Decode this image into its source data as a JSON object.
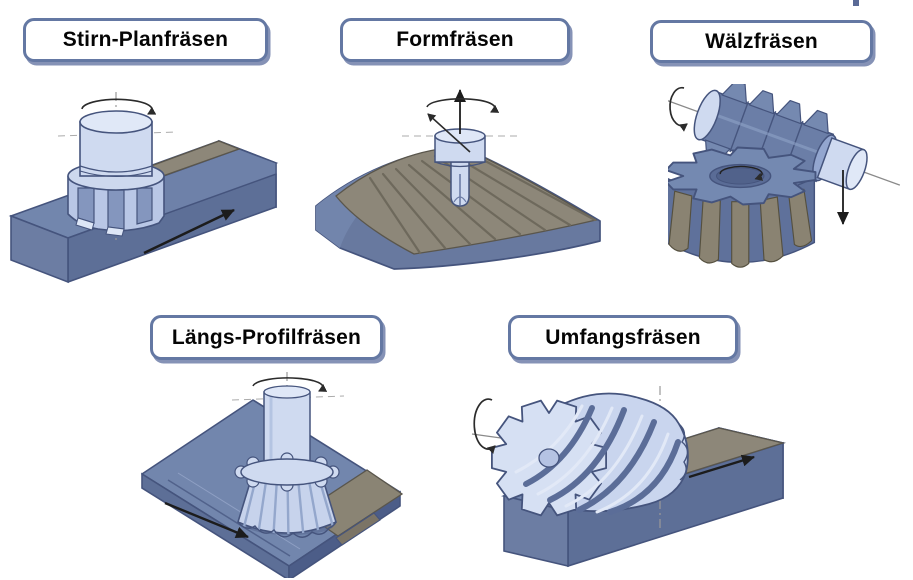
{
  "figures": [
    {
      "id": "stirn-planfraesen",
      "label": "Stirn-Planfräsen"
    },
    {
      "id": "formfraesen",
      "label": "Formfräsen"
    },
    {
      "id": "waelzfraesen",
      "label": "Wälzfräsen"
    },
    {
      "id": "laengs-profilfraesen",
      "label": "Längs-Profilfräsen"
    },
    {
      "id": "umfangsfraesen",
      "label": "Umfangsfräsen"
    }
  ],
  "icons": [
    "rotation-arrow-icon",
    "feed-arrow-icon",
    "axis-line-icon",
    "down-arrow-icon",
    "rotation-c-arrow-icon"
  ],
  "colors": {
    "label_border": "#6478a3",
    "label_shadow": "#8592b6",
    "label_text": "#050505",
    "workpiece_top": "#7286ad",
    "workpiece_front": "#5d6f97",
    "workpiece_side": "#4c5d88",
    "workpiece_end": "#6c7da3",
    "raw_machined_surface": "#8d8779",
    "cutter_light": "#cfdaf0",
    "cutter_mid": "#b9c7e6",
    "cutter_shade": "#8fa3c8",
    "outline": "#45547d",
    "arrow": "#1c1c1c"
  }
}
